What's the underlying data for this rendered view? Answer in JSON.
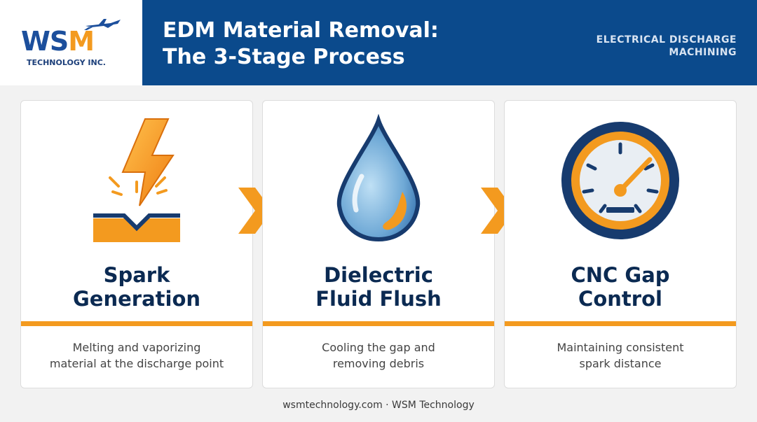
{
  "logo": {
    "wordmark_part1": "WS",
    "wordmark_part2": "M",
    "sub": "TECHNOLOGY INC."
  },
  "header": {
    "title_line1": "EDM Material Removal:",
    "title_line2": "The 3-Stage Process",
    "tag_line1": "ELECTRICAL DISCHARGE",
    "tag_line2": "MACHINING"
  },
  "stages": [
    {
      "icon": "lightning-bolt-icon",
      "name_line1": "Spark",
      "name_line2": "Generation",
      "desc_line1": "Melting and vaporizing",
      "desc_line2": "material at the discharge point"
    },
    {
      "icon": "water-drop-icon",
      "name_line1": "Dielectric",
      "name_line2": "Fluid Flush",
      "desc_line1": "Cooling the gap and",
      "desc_line2": "removing debris"
    },
    {
      "icon": "gauge-icon",
      "name_line1": "CNC Gap",
      "name_line2": "Control",
      "desc_line1": "Maintaining consistent",
      "desc_line2": "spark distance"
    }
  ],
  "footer": {
    "text": "wsmtechnology.com · WSM Technology"
  },
  "colors": {
    "navy": "#0b4a8c",
    "orange": "#f39a1f",
    "dark_text": "#0b2a52"
  }
}
